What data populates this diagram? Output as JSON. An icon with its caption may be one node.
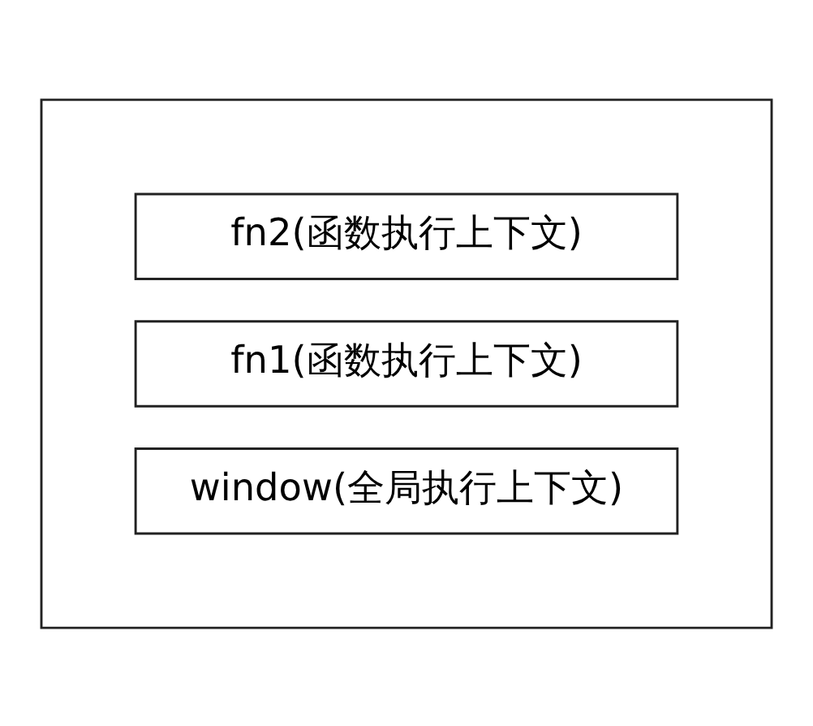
{
  "diagram": {
    "nodes": [
      {
        "text": [],
        "shape": "box"
      },
      {
        "text": [
          "fn2(函数执行上下文)"
        ],
        "in": 0
      },
      {
        "text": [
          "fn1(函数执行上下文)"
        ],
        "in": 0
      },
      {
        "text": [
          "window(全局执行上下文)"
        ],
        "in": 0
      }
    ]
  }
}
